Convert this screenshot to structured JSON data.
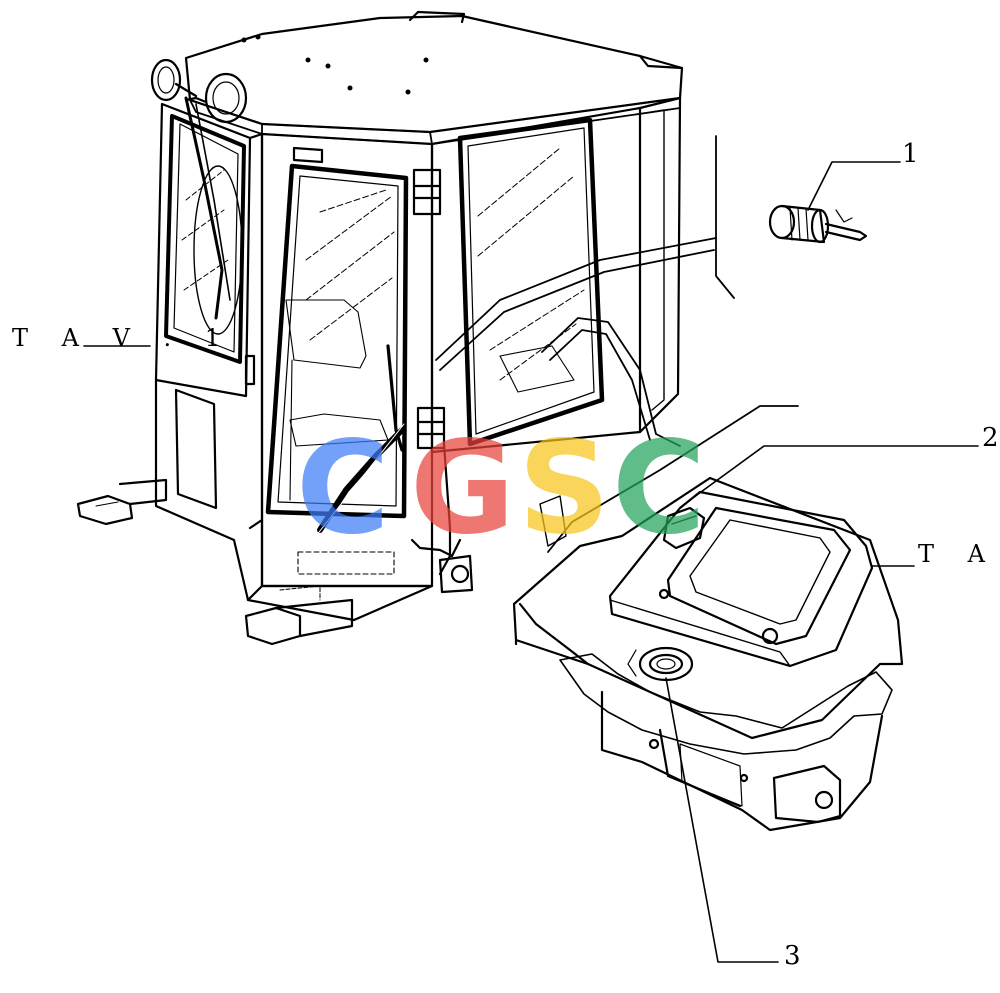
{
  "callouts": [
    {
      "id": "1",
      "label": "1"
    },
    {
      "id": "2",
      "label": "2"
    },
    {
      "id": "3",
      "label": "3"
    }
  ],
  "references": {
    "left": "T A V . 1",
    "right": "T A V"
  },
  "watermark": {
    "letters": [
      "C",
      "G",
      "S",
      "C"
    ],
    "colors": [
      "#3d7cf5",
      "#e8433b",
      "#f7c51c",
      "#23a25b"
    ],
    "opacity": 0.72
  }
}
